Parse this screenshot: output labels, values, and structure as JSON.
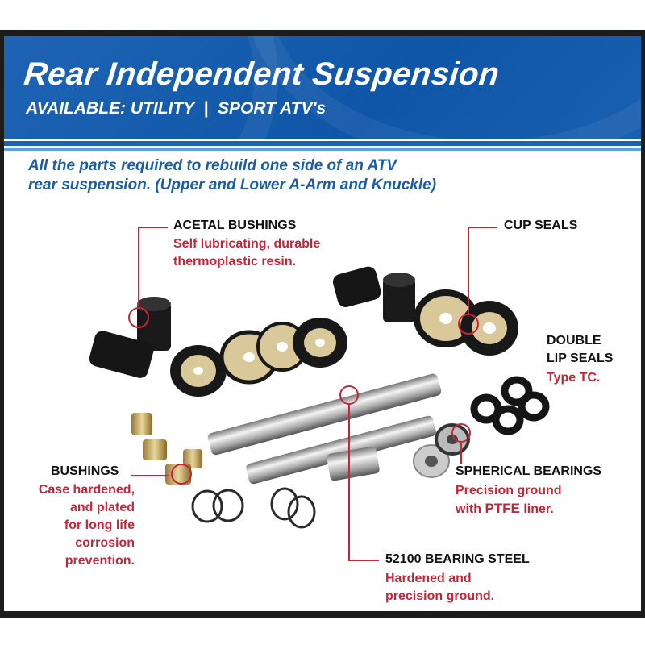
{
  "header": {
    "title": "Rear Independent Suspension",
    "subtitle": "AVAILABLE: UTILITY  |  SPORT ATV's"
  },
  "intro": {
    "line1": "All the parts required to rebuild one side of an ATV",
    "line2": "rear suspension. (Upper and Lower A-Arm and Knuckle)"
  },
  "callouts": {
    "acetal": {
      "label": "ACETAL BUSHINGS",
      "desc1": "Self lubricating, durable",
      "desc2": "thermoplastic resin."
    },
    "cup_seals": {
      "label": "CUP SEALS"
    },
    "double_lip": {
      "label1": "DOUBLE",
      "label2": "LIP SEALS",
      "desc": "Type TC."
    },
    "bushings": {
      "label": "BUSHINGS",
      "desc": [
        "Case hardened,",
        "and plated",
        "for long life",
        "corrosion",
        "prevention."
      ]
    },
    "spherical": {
      "label": "SPHERICAL BEARINGS",
      "desc1": "Precision ground",
      "desc2_a": "with ",
      "desc2_b": "PTFE",
      "desc2_c": " liner."
    },
    "steel": {
      "label": "52100 BEARING STEEL",
      "desc1": "Hardened and",
      "desc2": "precision ground."
    }
  },
  "colors": {
    "brand_blue": "#1560b0",
    "callout_red": "#c0283a"
  }
}
